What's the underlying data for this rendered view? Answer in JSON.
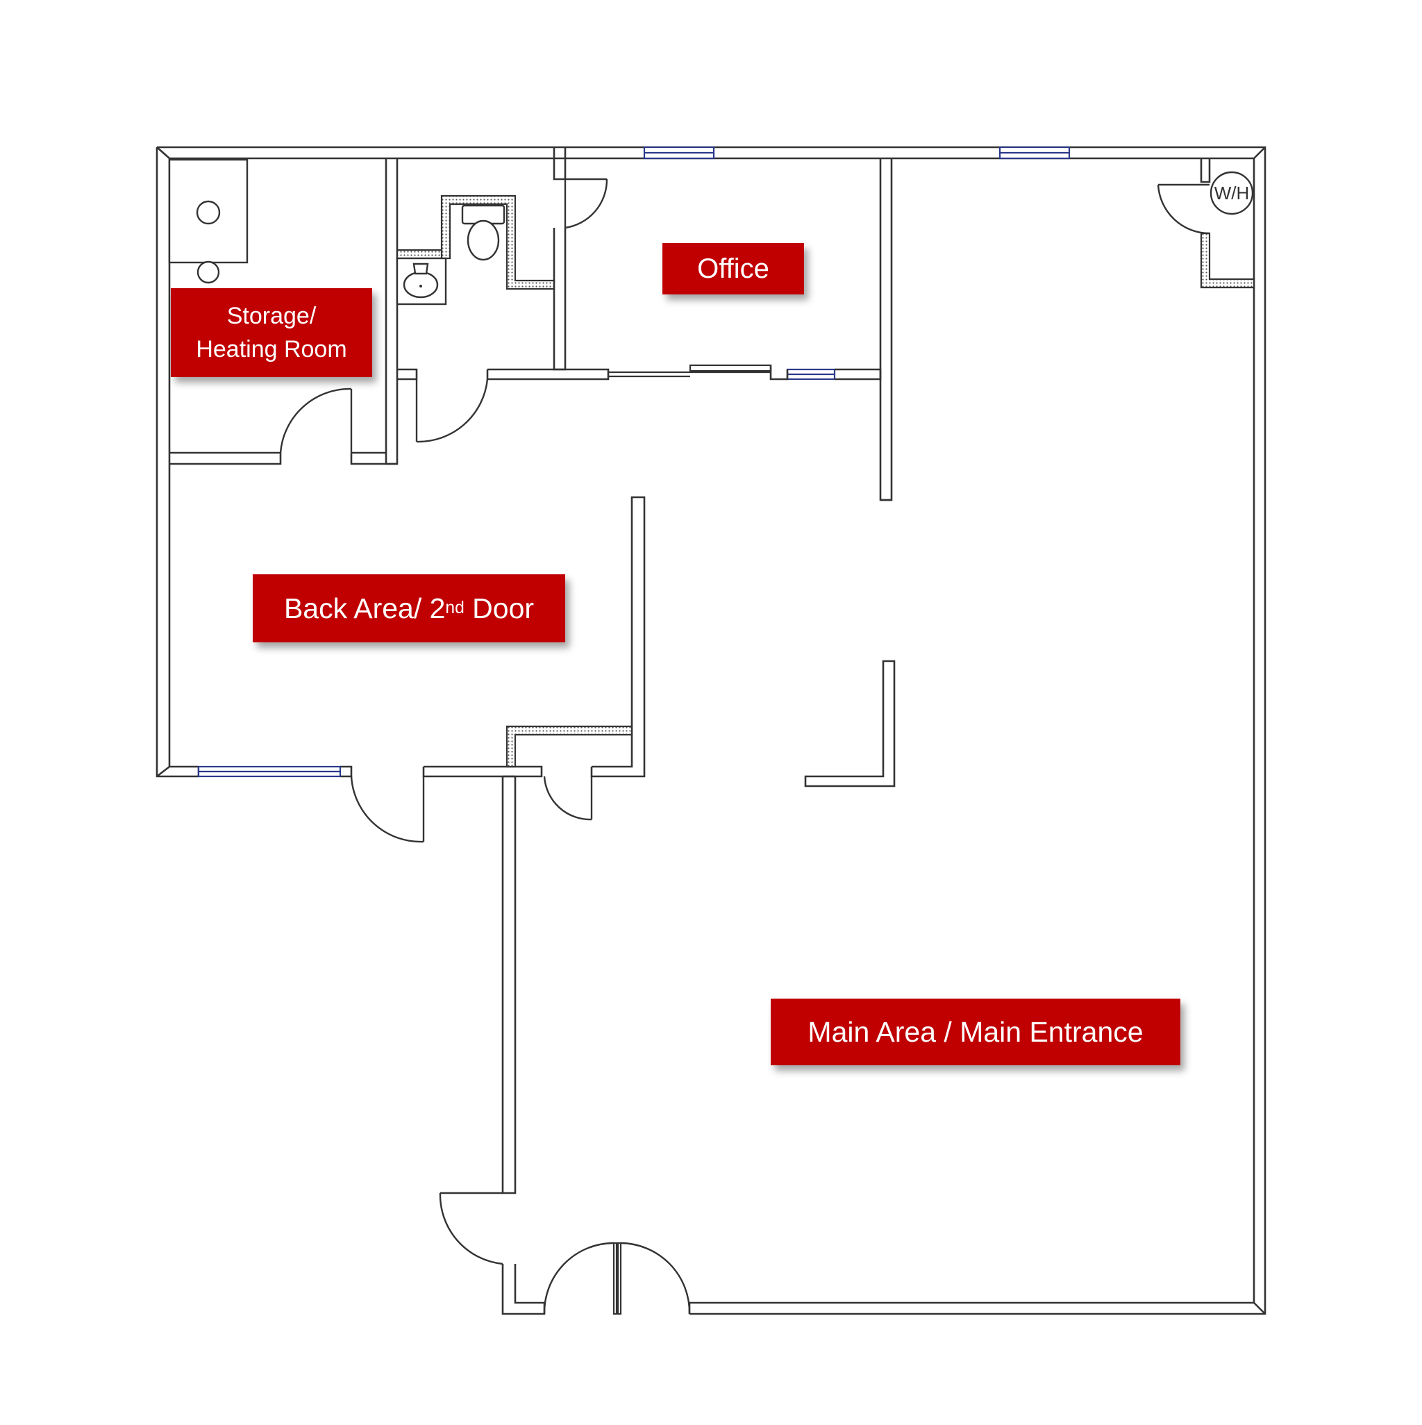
{
  "rooms": {
    "storage": {
      "line1": "Storage/",
      "line2": "Heating Room"
    },
    "office": {
      "label": "Office"
    },
    "back_area": {
      "label_main": "Back Area/ 2",
      "label_sup": "nd",
      "label_tail": " Door"
    },
    "main_area": {
      "label": "Main Area / Main Entrance"
    }
  },
  "fixtures": {
    "water_heater": "W/H"
  },
  "colors": {
    "label_bg": "#c00000",
    "label_text": "#ffffff",
    "wall": "#333333",
    "window": "#2a3a8a"
  }
}
